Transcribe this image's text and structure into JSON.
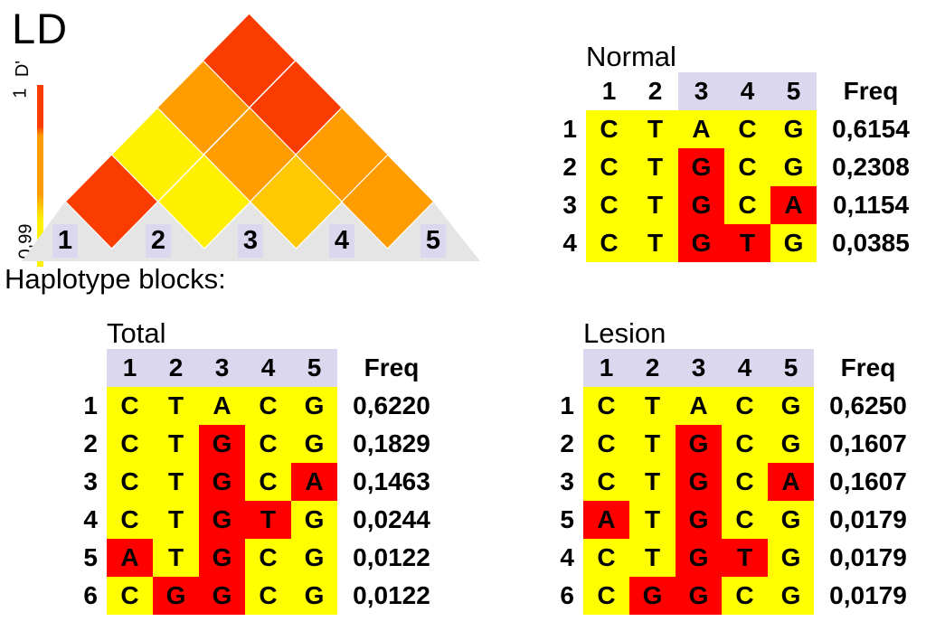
{
  "heading": "Haplotype blocks:",
  "colors": {
    "background": "#FFFFFF",
    "text": "#000000",
    "table_yellow": "#FFFF00",
    "table_red": "#FF0000",
    "header_lavender": "#DBD7EF",
    "plot_gray": "#E5E5E5"
  },
  "chart_data": [
    {
      "type": "heatmap",
      "title": "LD",
      "colorbar": {
        "label": "D'",
        "max": "1",
        "min": "0,99"
      },
      "markers": [
        "1",
        "2",
        "3",
        "4",
        "5"
      ],
      "palette": {
        "red": "#FA3C00",
        "orange": "#FF9C00",
        "gold": "#FFC800",
        "yellow": "#FFF000"
      },
      "cells": [
        {
          "pair": [
            1,
            2
          ],
          "color": "red"
        },
        {
          "pair": [
            2,
            3
          ],
          "color": "yellow"
        },
        {
          "pair": [
            3,
            4
          ],
          "color": "gold"
        },
        {
          "pair": [
            4,
            5
          ],
          "color": "orange"
        },
        {
          "pair": [
            1,
            3
          ],
          "color": "yellow"
        },
        {
          "pair": [
            2,
            4
          ],
          "color": "orange"
        },
        {
          "pair": [
            3,
            5
          ],
          "color": "orange"
        },
        {
          "pair": [
            1,
            4
          ],
          "color": "orange"
        },
        {
          "pair": [
            2,
            5
          ],
          "color": "red"
        },
        {
          "pair": [
            1,
            5
          ],
          "color": "red"
        }
      ]
    },
    {
      "type": "table",
      "title": "Normal",
      "freq_label": "Freq",
      "columns": [
        "1",
        "2",
        "3",
        "4",
        "5"
      ],
      "block_columns": [
        "3",
        "4",
        "5"
      ],
      "rows": [
        {
          "label": "1",
          "alleles": [
            "C",
            "T",
            "A",
            "C",
            "G"
          ],
          "highlighted": [],
          "freq": "0,6154"
        },
        {
          "label": "2",
          "alleles": [
            "C",
            "T",
            "G",
            "C",
            "G"
          ],
          "highlighted": [
            3
          ],
          "freq": "0,2308"
        },
        {
          "label": "3",
          "alleles": [
            "C",
            "T",
            "G",
            "C",
            "A"
          ],
          "highlighted": [
            3,
            5
          ],
          "freq": "0,1154"
        },
        {
          "label": "4",
          "alleles": [
            "C",
            "T",
            "G",
            "T",
            "G"
          ],
          "highlighted": [
            3,
            4
          ],
          "freq": "0,0385"
        }
      ]
    },
    {
      "type": "table",
      "title": "Total",
      "freq_label": "Freq",
      "columns": [
        "1",
        "2",
        "3",
        "4",
        "5"
      ],
      "block_columns": [
        "1",
        "2",
        "3",
        "4",
        "5"
      ],
      "rows": [
        {
          "label": "1",
          "alleles": [
            "C",
            "T",
            "A",
            "C",
            "G"
          ],
          "highlighted": [],
          "freq": "0,6220"
        },
        {
          "label": "2",
          "alleles": [
            "C",
            "T",
            "G",
            "C",
            "G"
          ],
          "highlighted": [
            3
          ],
          "freq": "0,1829"
        },
        {
          "label": "3",
          "alleles": [
            "C",
            "T",
            "G",
            "C",
            "A"
          ],
          "highlighted": [
            3,
            5
          ],
          "freq": "0,1463"
        },
        {
          "label": "4",
          "alleles": [
            "C",
            "T",
            "G",
            "T",
            "G"
          ],
          "highlighted": [
            3,
            4
          ],
          "freq": "0,0244"
        },
        {
          "label": "5",
          "alleles": [
            "A",
            "T",
            "G",
            "C",
            "G"
          ],
          "highlighted": [
            1,
            3
          ],
          "freq": "0,0122"
        },
        {
          "label": "6",
          "alleles": [
            "C",
            "G",
            "G",
            "C",
            "G"
          ],
          "highlighted": [
            2,
            3
          ],
          "freq": "0,0122"
        }
      ]
    },
    {
      "type": "table",
      "title": "Lesion",
      "freq_label": "Freq",
      "columns": [
        "1",
        "2",
        "3",
        "4",
        "5"
      ],
      "block_columns": [
        "1",
        "2",
        "3",
        "4",
        "5"
      ],
      "rows": [
        {
          "label": "1",
          "alleles": [
            "C",
            "T",
            "A",
            "C",
            "G"
          ],
          "highlighted": [],
          "freq": "0,6250"
        },
        {
          "label": "2",
          "alleles": [
            "C",
            "T",
            "G",
            "C",
            "G"
          ],
          "highlighted": [
            3
          ],
          "freq": "0,1607"
        },
        {
          "label": "3",
          "alleles": [
            "C",
            "T",
            "G",
            "C",
            "A"
          ],
          "highlighted": [
            3,
            5
          ],
          "freq": "0,1607"
        },
        {
          "label": "5",
          "alleles": [
            "A",
            "T",
            "G",
            "C",
            "G"
          ],
          "highlighted": [
            1,
            3
          ],
          "freq": "0,0179"
        },
        {
          "label": "4",
          "alleles": [
            "C",
            "T",
            "G",
            "T",
            "G"
          ],
          "highlighted": [
            3,
            4
          ],
          "freq": "0,0179"
        },
        {
          "label": "6",
          "alleles": [
            "C",
            "G",
            "G",
            "C",
            "G"
          ],
          "highlighted": [
            2,
            3
          ],
          "freq": "0,0179"
        }
      ]
    }
  ]
}
